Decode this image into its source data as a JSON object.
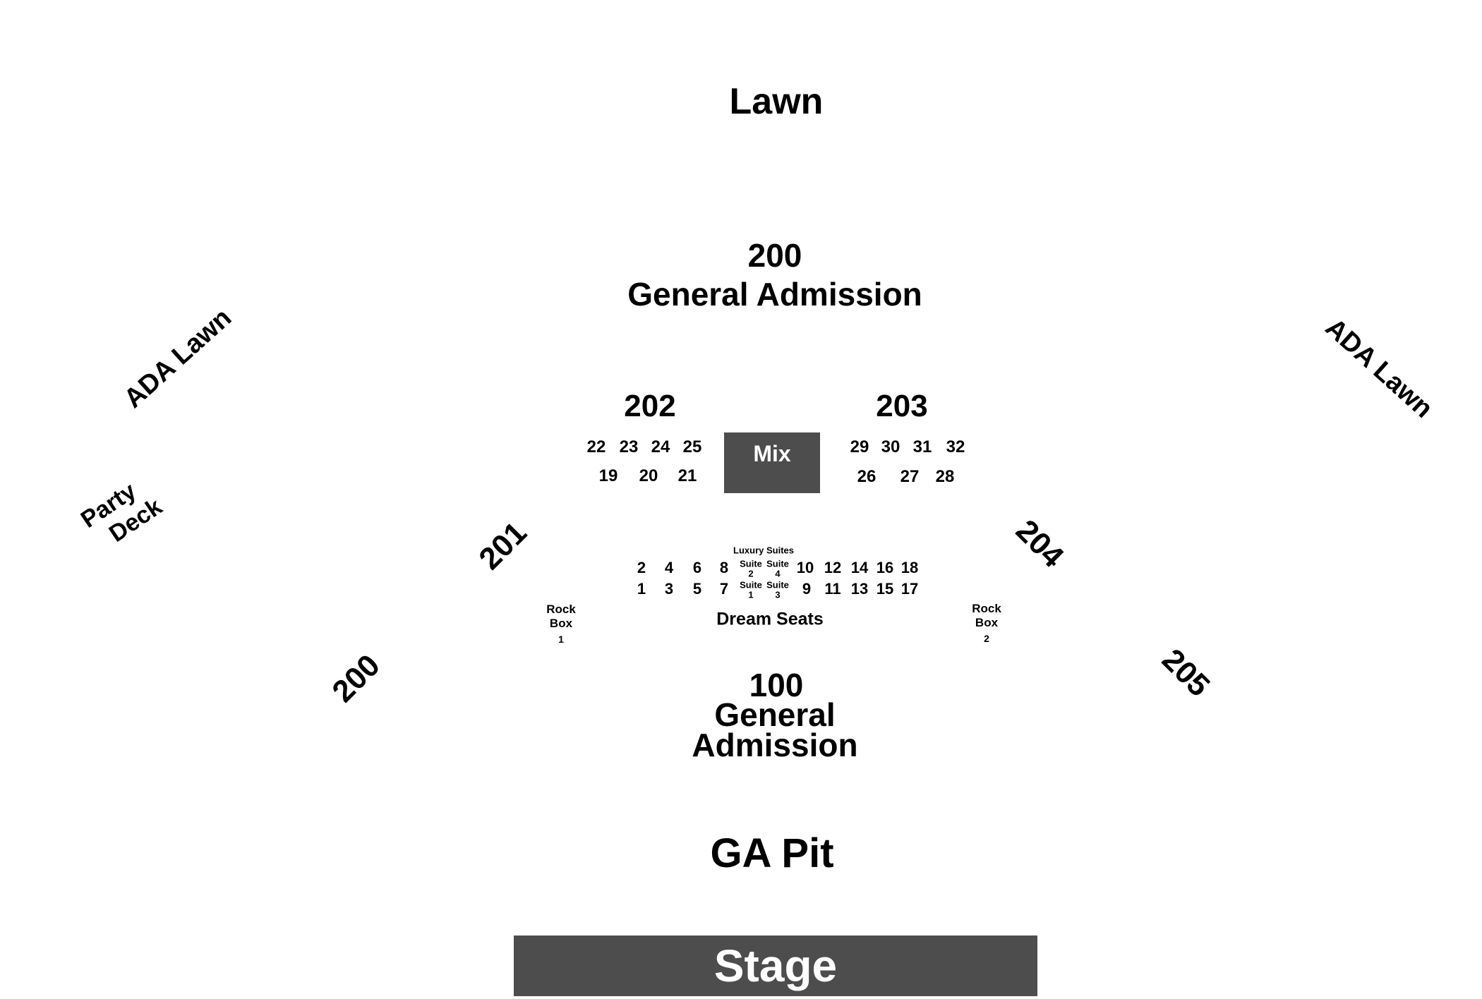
{
  "title": "Lawn",
  "ga200": {
    "number": "200",
    "label": "General Admission"
  },
  "ada_lawn_left": "ADA Lawn",
  "ada_lawn_right": "ADA Lawn",
  "party_deck": {
    "line1": "Party",
    "line2": "Deck"
  },
  "sec202": {
    "label": "202",
    "row_top": [
      "22",
      "23",
      "24",
      "25"
    ],
    "row_bottom": [
      "19",
      "20",
      "21"
    ]
  },
  "sec203": {
    "label": "203",
    "row_top": [
      "29",
      "30",
      "31",
      "32"
    ],
    "row_bottom": [
      "26",
      "27",
      "28"
    ]
  },
  "mix": "Mix",
  "sec201": "201",
  "sec204": "204",
  "sec200_side": "200",
  "sec205": "205",
  "luxury_suites": {
    "title": "Luxury Suites",
    "top_left": [
      "2",
      "4",
      "6",
      "8"
    ],
    "bottom_left": [
      "1",
      "3",
      "5",
      "7"
    ],
    "suite_word": "Suite",
    "suite_top": [
      "2",
      "4"
    ],
    "suite_bottom": [
      "1",
      "3"
    ],
    "top_right": [
      "10",
      "12",
      "14",
      "16",
      "18"
    ],
    "bottom_right": [
      "9",
      "11",
      "13",
      "15",
      "17"
    ]
  },
  "rock_box_1": {
    "line1": "Rock",
    "line2": "Box",
    "num": "1"
  },
  "rock_box_2": {
    "line1": "Rock",
    "line2": "Box",
    "num": "2"
  },
  "dream_seats": "Dream Seats",
  "ga100": {
    "number": "100",
    "line1": "General",
    "line2": "Admission"
  },
  "ga_pit": "GA Pit",
  "stage": "Stage",
  "colors": {
    "block_fill": "#4d4d4d",
    "block_text": "#ffffff",
    "text": "#000000",
    "background": "#ffffff"
  }
}
